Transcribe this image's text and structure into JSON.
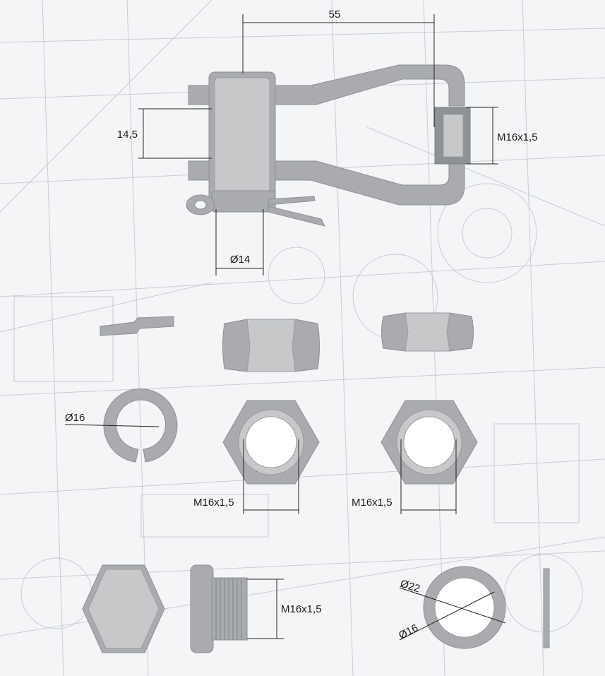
{
  "drawing": {
    "dimensions": {
      "clevis_length": "55",
      "clevis_gap": "14,5",
      "clevis_thread": "M16x1,5",
      "pin_diameter": "Ø14",
      "ring_diameter": "Ø16",
      "nut1_thread": "M16x1,5",
      "nut2_thread": "M16x1,5",
      "bolt_thread": "M16x1,5",
      "washer_outer": "Ø22",
      "washer_inner": "Ø16"
    }
  },
  "colors": {
    "background": "#f4f5f7",
    "blueprint_lines": "#c9ccd2",
    "part_fill": "#a9abae",
    "part_light": "#c6c8ca",
    "dimension_line": "#222222"
  }
}
